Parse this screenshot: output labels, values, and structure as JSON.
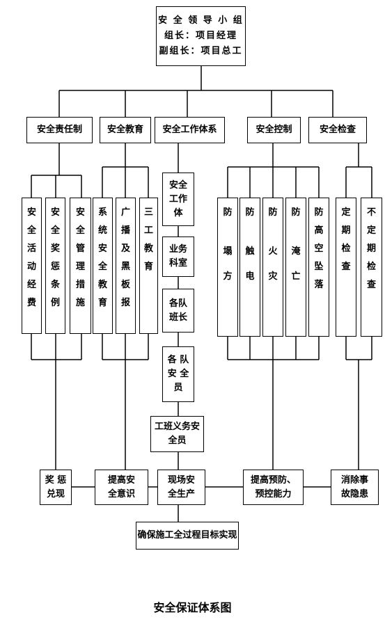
{
  "lead": {
    "line1": "安 全 领 导 小 组",
    "line2": "组长：项目经理",
    "line3": "副组长：项目总工"
  },
  "categories": {
    "responsibility": "安全责任制",
    "education": "安全教育",
    "work_system": "安全工作体系",
    "control": "安全控制",
    "inspection": "安全检查"
  },
  "responsibility_items": [
    {
      "chars": [
        "安",
        "全",
        "活",
        "动",
        "经",
        "费"
      ]
    },
    {
      "chars": [
        "安",
        "全",
        "奖",
        "惩",
        "条",
        "例"
      ]
    },
    {
      "chars": [
        "安",
        "全",
        "管",
        "理",
        "措",
        "施"
      ]
    }
  ],
  "education_items": [
    {
      "chars": [
        "系",
        "统",
        "安",
        "全",
        "教",
        "育"
      ]
    },
    {
      "chars": [
        "广",
        "播",
        "及",
        "黑",
        "板",
        "报"
      ]
    },
    {
      "chars": [
        "三",
        "工",
        "教",
        "育"
      ]
    }
  ],
  "work_chain": {
    "work_body": "安全工作体",
    "business_office": "业务科室",
    "team_leader": "各队班长",
    "team_safety": "各 队 安 全 员",
    "shift_safety": "工班义务安全员"
  },
  "control_items": [
    {
      "chars": [
        "防",
        "塌",
        "方"
      ]
    },
    {
      "chars": [
        "防",
        "触",
        "电"
      ]
    },
    {
      "chars": [
        "防",
        "火",
        "灾"
      ]
    },
    {
      "chars": [
        "防",
        "淹",
        "亡"
      ]
    },
    {
      "chars": [
        "防",
        "高",
        "空",
        "坠",
        "落"
      ]
    }
  ],
  "inspection_items": [
    {
      "chars": [
        "定",
        "期",
        "检",
        "查"
      ]
    },
    {
      "chars": [
        "不",
        "定",
        "期",
        "检",
        "查"
      ]
    }
  ],
  "outcomes": {
    "reward": "奖 惩 兑现",
    "awareness": "提高安 全意识",
    "production": "现场安 全生产",
    "prevention": "提高预防、 预控能力",
    "hazard": "消除事 故隐患"
  },
  "final_goal": "确保施工全过程目标实现",
  "caption": "安全保证体系图"
}
